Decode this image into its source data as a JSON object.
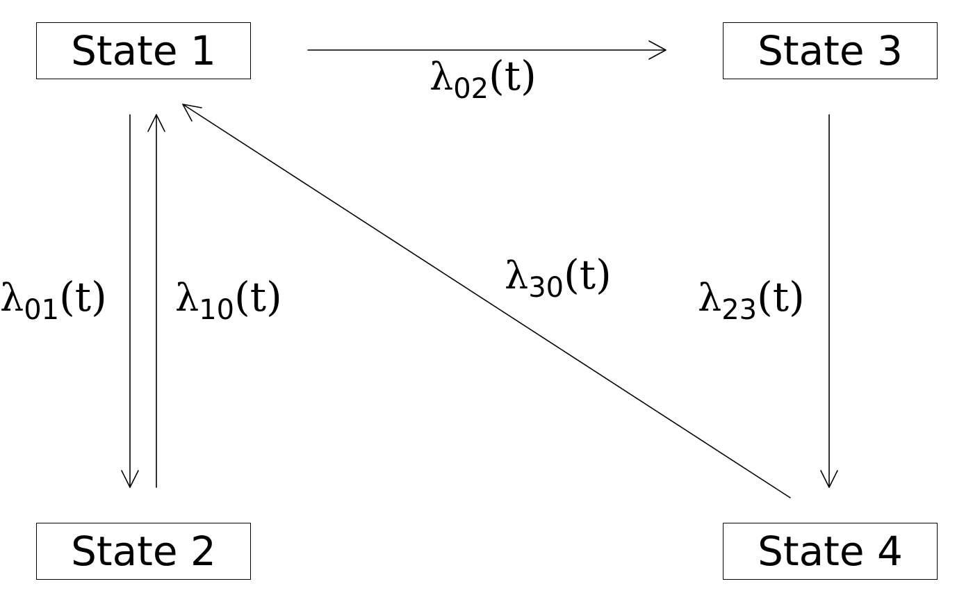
{
  "states": [
    {
      "id": "1",
      "label": "State 1"
    },
    {
      "id": "2",
      "label": "State 2"
    },
    {
      "id": "3",
      "label": "State 3"
    },
    {
      "id": "4",
      "label": "State 4"
    }
  ],
  "transitions": [
    {
      "from": "State 1",
      "to": "State 3",
      "symbol": "λ",
      "subscript": "02",
      "argument": "(t)"
    },
    {
      "from": "State 1",
      "to": "State 2",
      "symbol": "λ",
      "subscript": "01",
      "argument": "(t)"
    },
    {
      "from": "State 2",
      "to": "State 1",
      "symbol": "λ",
      "subscript": "10",
      "argument": "(t)"
    },
    {
      "from": "State 4",
      "to": "State 1",
      "symbol": "λ",
      "subscript": "30",
      "argument": "(t)"
    },
    {
      "from": "State 3",
      "to": "State 4",
      "symbol": "λ",
      "subscript": "23",
      "argument": "(t)"
    }
  ],
  "colors": {
    "stroke": "#000000",
    "background": "#ffffff"
  }
}
